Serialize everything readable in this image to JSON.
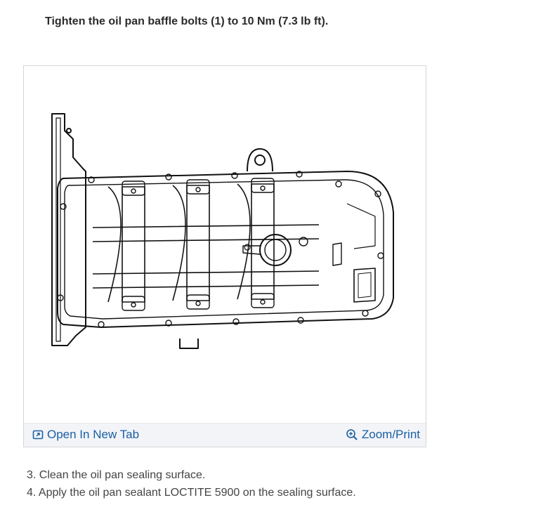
{
  "instruction": "Tighten the oil pan baffle bolts (1) to 10 Nm (7.3 lb ft).",
  "figure": {
    "toolbar": {
      "open_label": "Open In New Tab",
      "open_icon": "open-new-tab-icon",
      "zoom_label": "Zoom/Print",
      "zoom_icon": "zoom-in-icon"
    }
  },
  "steps": [
    "3. Clean the oil pan sealing surface.",
    "4. Apply the oil pan sealant LOCTITE 5900 on the sealing surface."
  ],
  "colors": {
    "link": "#1b5fa5",
    "toolbar_bg": "#f2f4f7",
    "text": "#2b2b2b"
  }
}
